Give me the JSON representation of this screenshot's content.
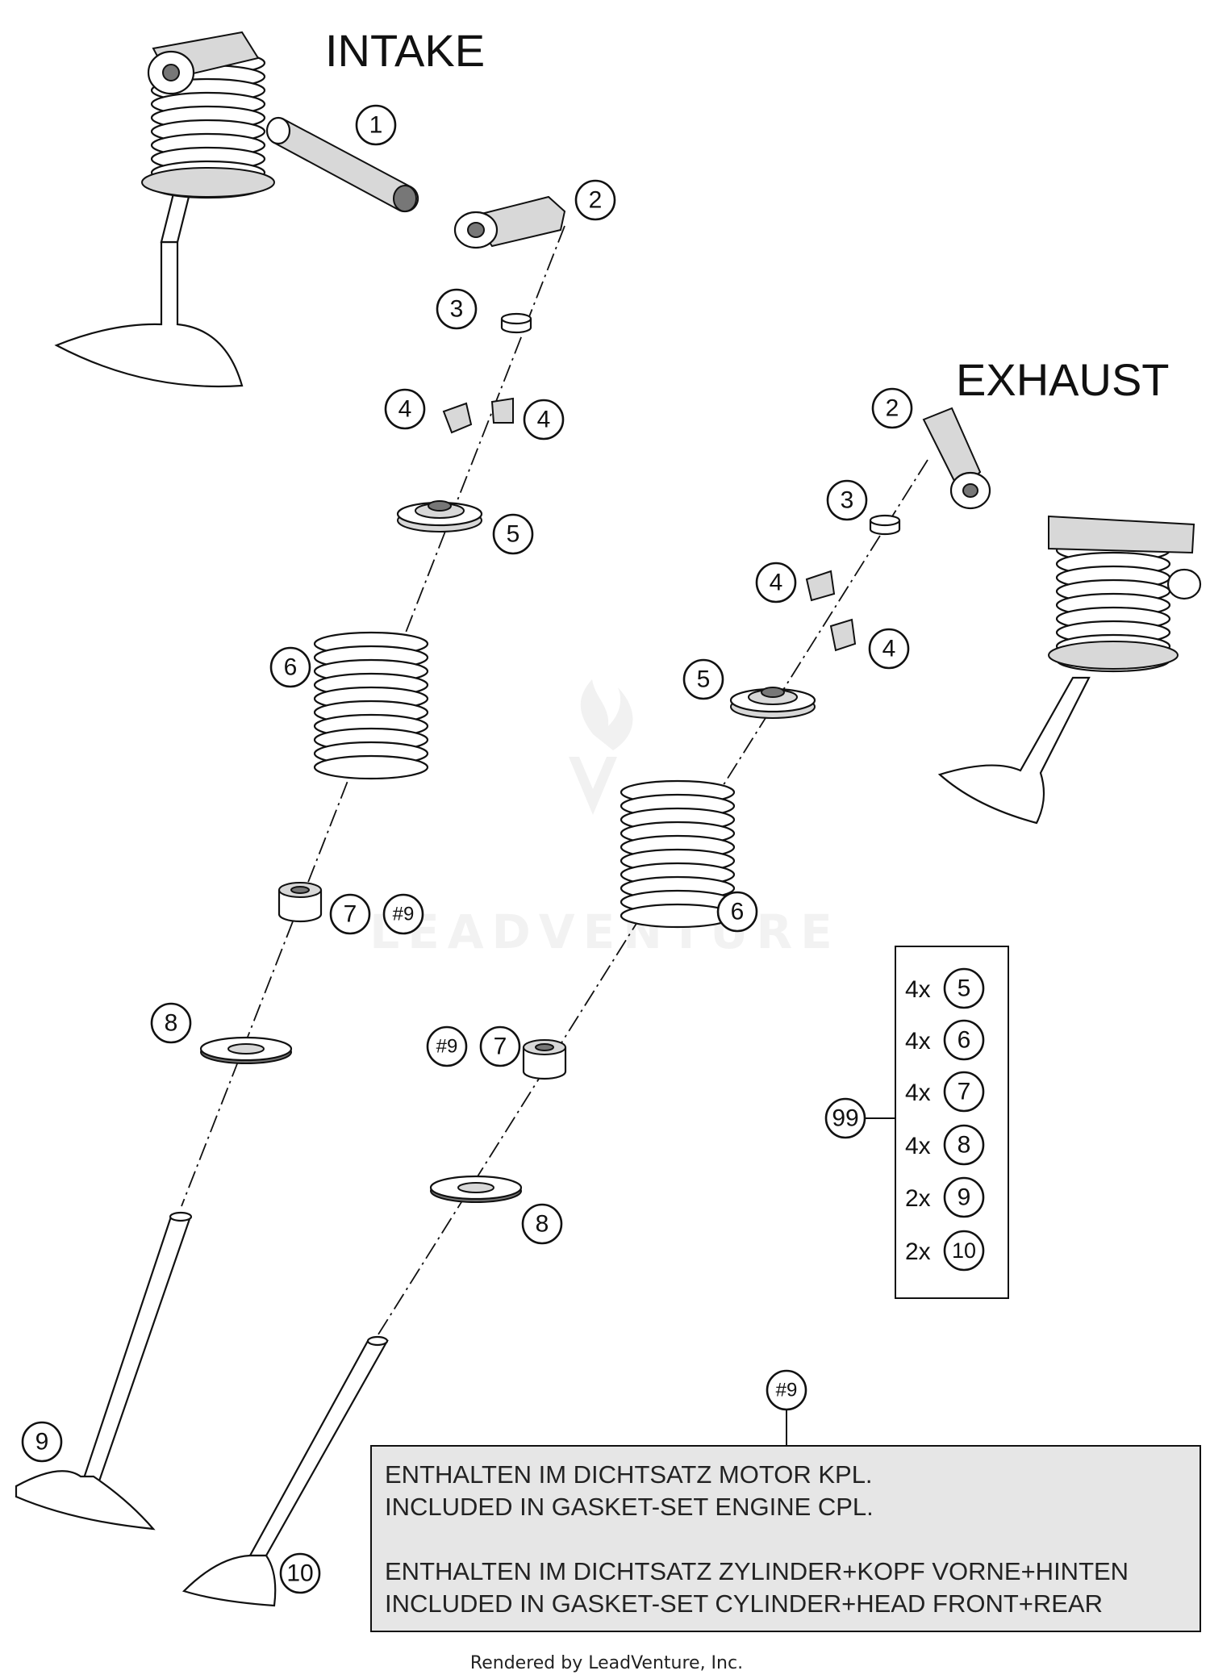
{
  "titles": {
    "intake": "INTAKE",
    "exhaust": "EXHAUST"
  },
  "callouts": {
    "intake": {
      "camshaft_axle": "1",
      "rocker_arm": "2",
      "valve_shim": "3",
      "valve_cotter_a": "4",
      "valve_cotter_b": "4",
      "valve_spring_retainer": "5",
      "valve_spring": "6",
      "valve_stem_seal": "7",
      "valve_stem_seal_ref": "#9",
      "valve_spring_seat": "8",
      "intake_valve": "9"
    },
    "exhaust": {
      "rocker_arm": "2",
      "valve_shim": "3",
      "valve_cotter_a": "4",
      "valve_cotter_b": "4",
      "valve_spring_retainer": "5",
      "valve_spring": "6",
      "valve_stem_seal": "7",
      "valve_stem_seal_ref": "#9",
      "valve_spring_seat": "8",
      "exhaust_valve": "10"
    }
  },
  "kit": {
    "label": "99",
    "items": [
      {
        "qty": "4x",
        "part": "5"
      },
      {
        "qty": "4x",
        "part": "6"
      },
      {
        "qty": "4x",
        "part": "7"
      },
      {
        "qty": "4x",
        "part": "8"
      },
      {
        "qty": "2x",
        "part": "9"
      },
      {
        "qty": "2x",
        "part": "10"
      }
    ]
  },
  "note": {
    "ref": "#9",
    "lines": [
      "ENTHALTEN IM DICHTSATZ MOTOR KPL.",
      "INCLUDED IN GASKET-SET ENGINE CPL.",
      "",
      "ENTHALTEN IM DICHTSATZ ZYLINDER+KOPF VORNE+HINTEN",
      "INCLUDED IN GASKET-SET CYLINDER+HEAD FRONT+REAR"
    ]
  },
  "watermark": "LEADVENTURE",
  "credit": "Rendered by LeadVenture, Inc.",
  "colors": {
    "line": "#111111",
    "note_bg": "#e6e6e6",
    "watermark": "#f2f2f2"
  }
}
